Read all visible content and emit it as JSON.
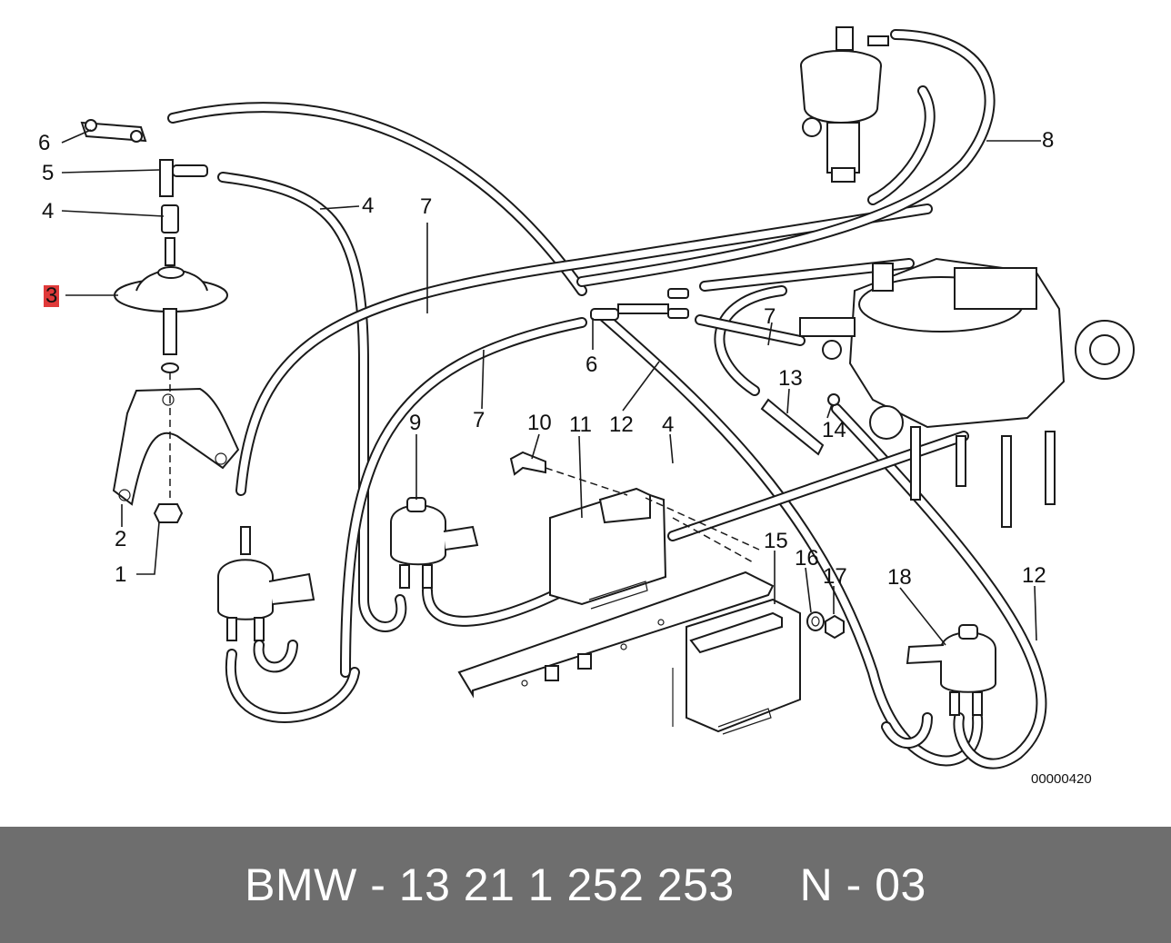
{
  "callouts": [
    {
      "id": "c6a",
      "text": "6"
    },
    {
      "id": "c5",
      "text": "5"
    },
    {
      "id": "c4a",
      "text": "4"
    },
    {
      "id": "c3",
      "text": "3",
      "highlight": true
    },
    {
      "id": "c2",
      "text": "2"
    },
    {
      "id": "c1",
      "text": "1"
    },
    {
      "id": "c4b",
      "text": "4"
    },
    {
      "id": "c7a",
      "text": "7"
    },
    {
      "id": "c7b",
      "text": "7"
    },
    {
      "id": "c7c",
      "text": "7"
    },
    {
      "id": "c6b",
      "text": "6"
    },
    {
      "id": "c8",
      "text": "8"
    },
    {
      "id": "c9",
      "text": "9"
    },
    {
      "id": "c10",
      "text": "10"
    },
    {
      "id": "c11",
      "text": "11"
    },
    {
      "id": "c12a",
      "text": "12"
    },
    {
      "id": "c4c",
      "text": "4"
    },
    {
      "id": "c13",
      "text": "13"
    },
    {
      "id": "c14",
      "text": "14"
    },
    {
      "id": "c15",
      "text": "15"
    },
    {
      "id": "c16",
      "text": "16"
    },
    {
      "id": "c17",
      "text": "17"
    },
    {
      "id": "c18",
      "text": "18"
    },
    {
      "id": "c12b",
      "text": "12"
    }
  ],
  "drawing_number": "00000420",
  "footer": {
    "text": "BMW - 13 21 1 252 253     N - 03"
  },
  "colors": {
    "highlight": "#e03a3a",
    "footer_background": "#6e6e6e",
    "footer_text": "#ffffff",
    "ink": "#1a1a1a"
  }
}
